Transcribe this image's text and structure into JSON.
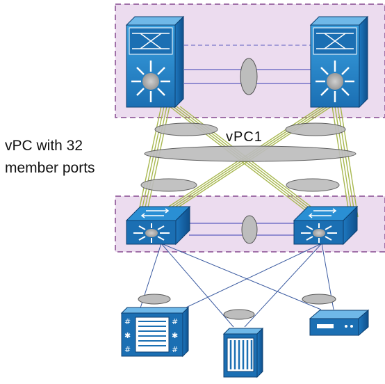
{
  "labels": {
    "vpc_name": "vPC1",
    "member_ports_line1": "vPC with 32",
    "member_ports_line2": "member ports"
  },
  "colors": {
    "domain_fill": "#ecdcef",
    "domain_border": "#a070a8",
    "device_blue": "#1b6fb3",
    "device_light": "#2a8fd4",
    "portchannel_gray": "#bdbdbd",
    "peer_link_line": "#5b5bbf",
    "uplink_green": "#a8b850",
    "access_line": "#3a5aa0"
  },
  "icons": {
    "core_switch": "nexus-7000-switch-icon",
    "access_switch": "nexus-5000-switch-icon",
    "server_blade": "blade-chassis-icon",
    "server_rack": "rack-server-icon",
    "server_small": "appliance-icon"
  }
}
